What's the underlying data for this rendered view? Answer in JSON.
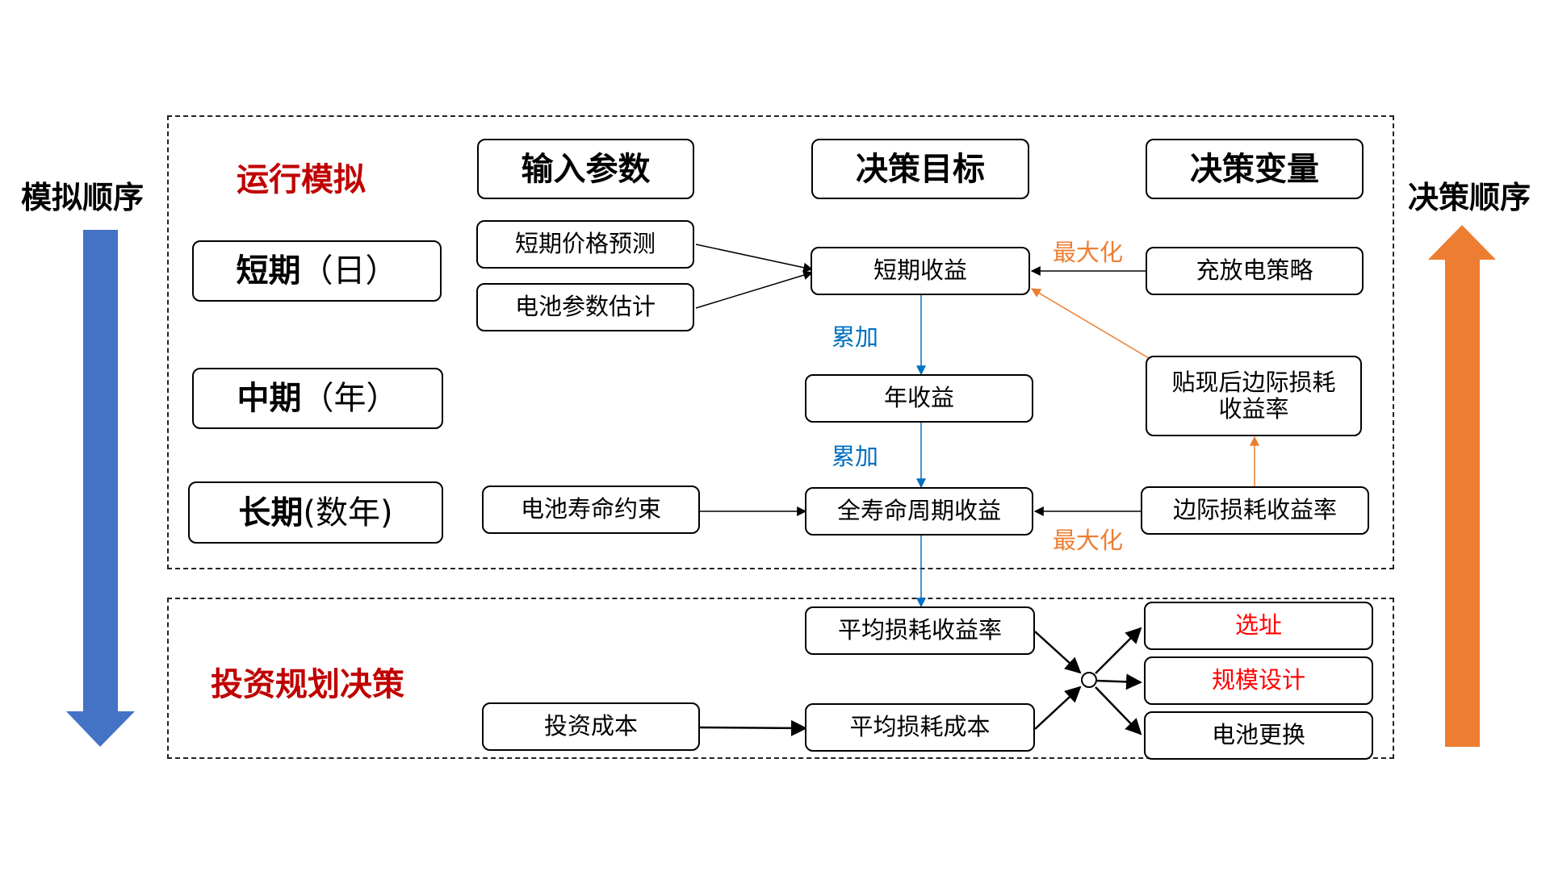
{
  "side": {
    "left_title": "模拟顺序",
    "right_title": "决策顺序",
    "left_arrow_color": "#4472c4",
    "right_arrow_color": "#ed7d31"
  },
  "operation": {
    "title": "运行模拟",
    "headers": {
      "input": "输入参数",
      "objective": "决策目标",
      "variable": "决策变量"
    },
    "periods": {
      "short": {
        "bold": "短期",
        "rest": "（日）"
      },
      "mid": {
        "bold": "中期",
        "rest": "（年）"
      },
      "long": {
        "bold": "长期",
        "rest": " (数年)"
      }
    },
    "inputs": {
      "price_forecast": "短期价格预测",
      "battery_param": "电池参数估计",
      "life_constraint": "电池寿命约束"
    },
    "objectives": {
      "short_revenue": "短期收益",
      "annual_revenue": "年收益",
      "lifecycle_revenue": "全寿命周期收益"
    },
    "variables": {
      "charge_strategy": "充放电策略",
      "discounted_rate_line1": "贴现后边际损耗",
      "discounted_rate_line2": "收益率",
      "marginal_rate": "边际损耗收益率"
    },
    "labels": {
      "accumulate_1": "累加",
      "accumulate_2": "累加",
      "maximize_1": "最大化",
      "maximize_2": "最大化"
    }
  },
  "investment": {
    "title": "投资规划决策",
    "avg_rate": "平均损耗收益率",
    "invest_cost": "投资成本",
    "avg_cost": "平均损耗成本",
    "outputs": {
      "site": "选址",
      "scale": "规模设计",
      "replace": "电池更换"
    }
  },
  "colors": {
    "section_title": "#c00000",
    "accent_blue": "#0070c0",
    "accent_orange": "#ed7d31",
    "output_red": "#ff0000"
  }
}
